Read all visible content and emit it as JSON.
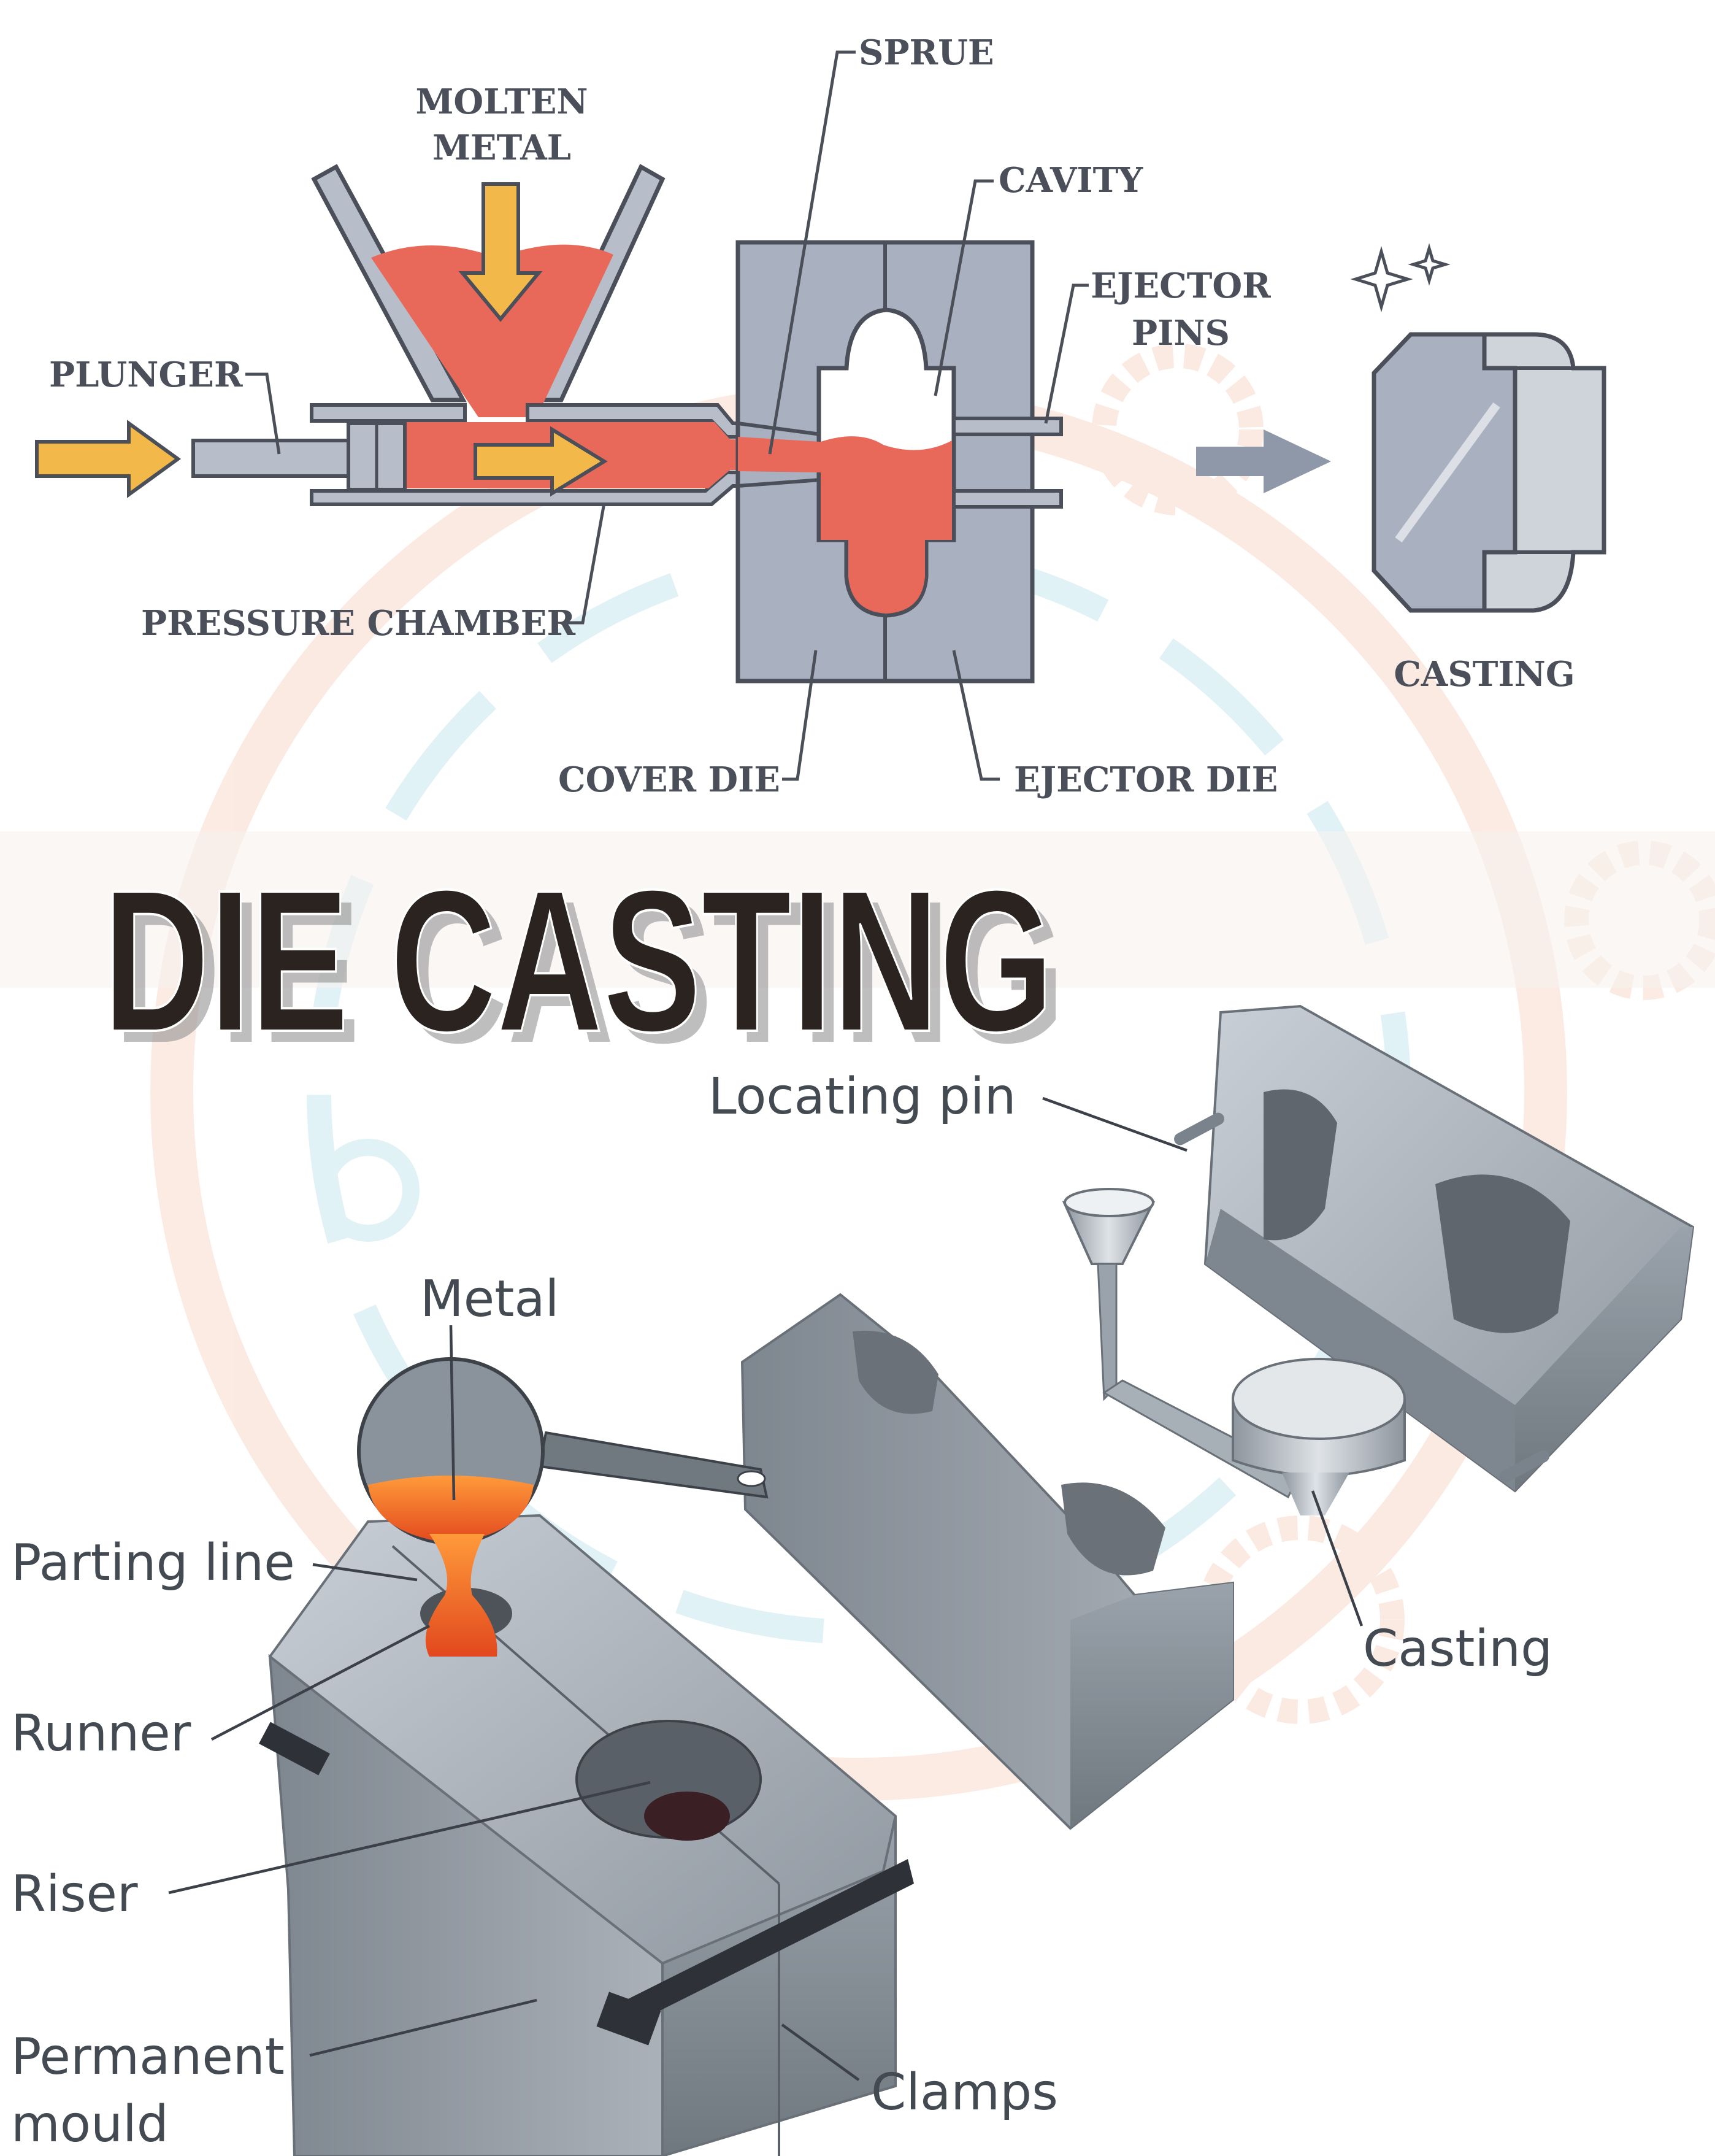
{
  "title": "DIE CASTING",
  "top_diagram": {
    "labels": {
      "sprue": "SPRUE",
      "molten_metal_1": "MOLTEN",
      "molten_metal_2": "METAL",
      "cavity": "CAVITY",
      "ejector_pins_1": "EJECTOR",
      "ejector_pins_2": "PINS",
      "plunger": "PLUNGER",
      "pressure_chamber": "PRESSURE CHAMBER",
      "casting": "CASTING",
      "cover_die": "COVER DIE",
      "ejector_die": "EJECTOR DIE"
    }
  },
  "bottom_diagram": {
    "labels": {
      "locating_pin": "Locating pin",
      "metal": "Metal",
      "parting_line": "Parting line",
      "runner": "Runner",
      "riser": "Riser",
      "casting": "Casting",
      "permanent_mould_1": "Permanent",
      "permanent_mould_2": "mould",
      "clamps": "Clamps"
    }
  },
  "colors": {
    "molten": "#e8695a",
    "arrow": "#f3b84a",
    "die": "#a9b1c1",
    "outline": "#4a4f5a",
    "steel": "#8a929c",
    "title_fill": "#2b2320"
  }
}
